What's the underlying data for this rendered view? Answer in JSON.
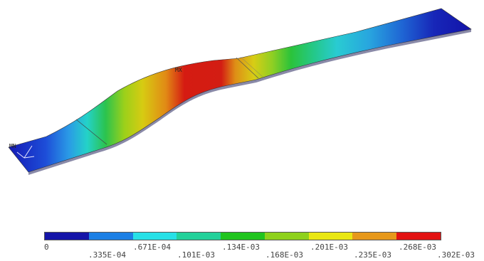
{
  "model": {
    "labels": [
      "MX",
      "MN"
    ],
    "contour_colors": [
      "#1a0fb3",
      "#1b3fd6",
      "#1f7fe6",
      "#27b7e8",
      "#26d3cc",
      "#2ec26b",
      "#29c81d",
      "#8fd21e",
      "#d8d20f",
      "#e59a16",
      "#d81f11"
    ]
  },
  "legend": {
    "colors": [
      "#1515a8",
      "#1c7fe4",
      "#27e0e6",
      "#23d19a",
      "#21c41f",
      "#8ed11c",
      "#e9e713",
      "#e6981b",
      "#e21212"
    ],
    "upper_labels": [
      "0",
      ".671E-04",
      ".134E-03",
      ".201E-03",
      ".268E-03"
    ],
    "lower_labels": [
      ".335E-04",
      ".101E-03",
      ".168E-03",
      ".235E-03",
      ".302E-03"
    ]
  }
}
